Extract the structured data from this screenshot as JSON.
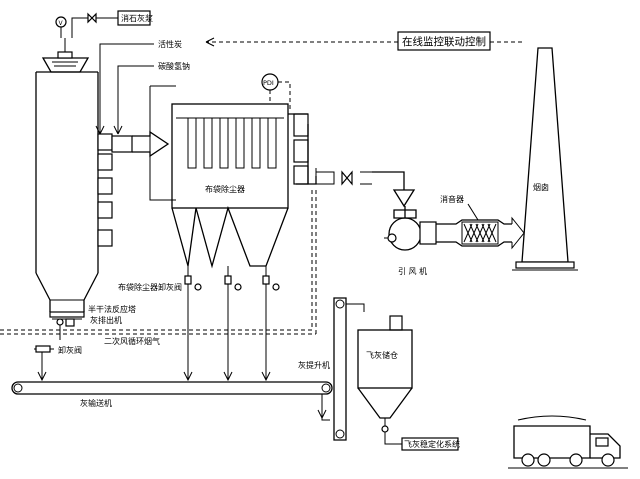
{
  "labels": {
    "lime_slurry": "消石灰浆",
    "activated_carbon": "活性炭",
    "sodium_bicarbonate": "碳酸氢钠",
    "online_monitor": "在线监控联动控制",
    "pdi": "PDI",
    "semi_dry_reactor": "半干法反应塔",
    "baghouse": "布袋除尘器",
    "chimney": "烟囱",
    "silencer": "消音器",
    "induced_fan": "引 风 机",
    "baghouse_valve": "布袋除尘器卸灰阀",
    "reactor_ash_discharger": "半干法反应塔\n灰排出机",
    "unload_valve": "卸灰阀",
    "secondary_air": "二次风循环烟气",
    "ash_elevator": "灰提升机",
    "fly_ash_silo": "飞灰储仓",
    "ash_conveyor": "灰输送机",
    "fly_ash_stabilize": "飞灰稳定化系统"
  },
  "colors": {
    "line": "#000000",
    "background": "#ffffff",
    "fill": "#ffffff"
  }
}
